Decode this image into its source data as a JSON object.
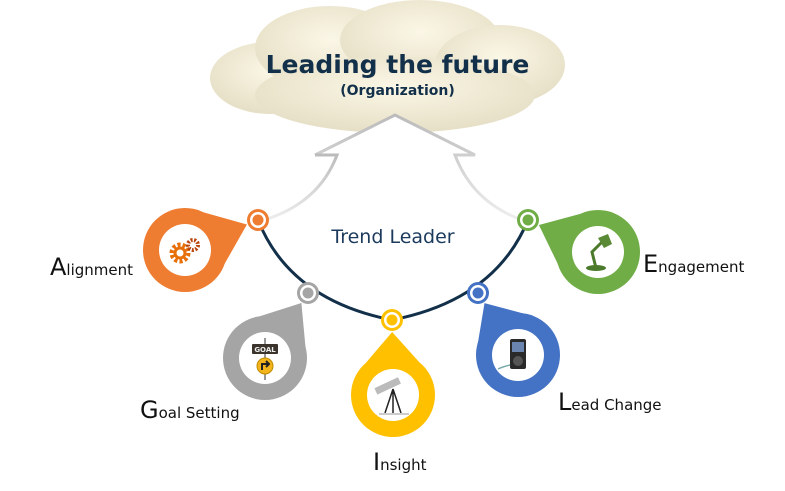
{
  "cloud": {
    "title": "Leading the future",
    "subtitle": "(Organization)"
  },
  "center_label": "Trend Leader",
  "colors": {
    "arc": "#13304a",
    "cloud": "#f2ecd6"
  },
  "stages": [
    {
      "name": "alignment",
      "first": "A",
      "rest": "lignment",
      "label": "Alignment",
      "color": "#ee7d31",
      "icon": "gears-icon"
    },
    {
      "name": "goal-setting",
      "first": "G",
      "rest": "oal Setting",
      "label": "Goal Setting",
      "color": "#a5a5a5",
      "icon": "goal-sign-icon",
      "sign_text": "GOAL"
    },
    {
      "name": "insight",
      "first": "I",
      "rest": "nsight",
      "label": "Insight",
      "color": "#ffc000",
      "icon": "telescope-icon"
    },
    {
      "name": "lead-change",
      "first": "L",
      "rest": "ead Change",
      "label": "Lead Change",
      "color": "#4472c4",
      "icon": "music-player-icon"
    },
    {
      "name": "engagement",
      "first": "E",
      "rest": "ngagement",
      "label": "Engagement",
      "color": "#70ad47",
      "icon": "desk-lamp-icon"
    }
  ]
}
